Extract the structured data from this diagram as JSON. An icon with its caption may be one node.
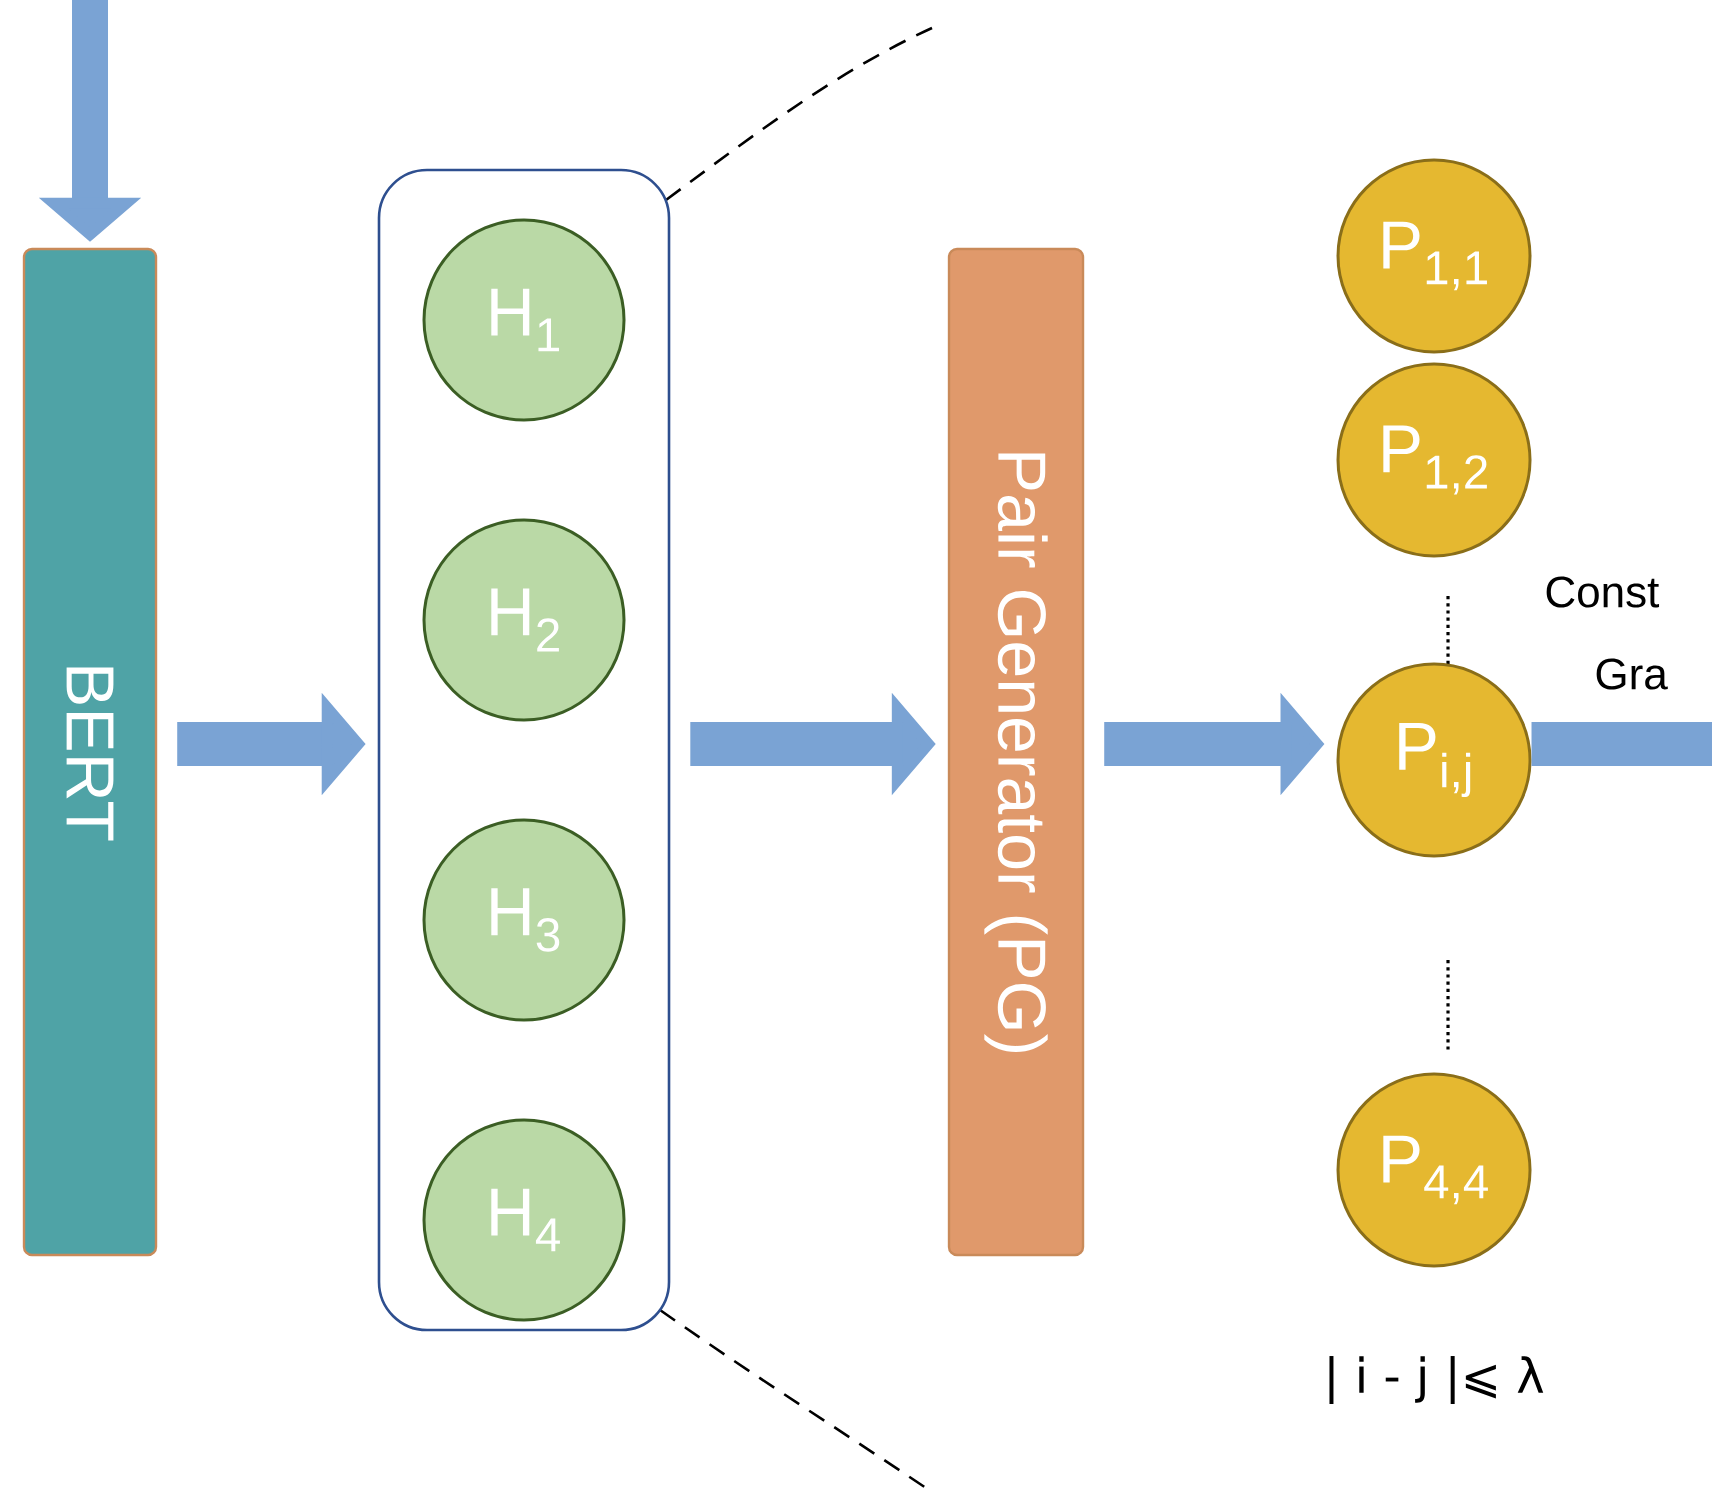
{
  "diagram": {
    "nodes": [
      {
        "text": [
          "BERT"
        ]
      },
      {
        "text": [],
        "shape": "box"
      },
      {
        "text": [
          "H$_{1}$"
        ],
        "in": 1
      },
      {
        "text": [
          "H$_{2}$"
        ],
        "in": 1
      },
      {
        "text": [
          "H$_{3}$"
        ],
        "in": 1
      },
      {
        "text": [
          "H$_{4}$"
        ],
        "in": 1
      },
      {
        "text": [
          "Pair Generator (PG)"
        ]
      },
      {
        "text": [
          "P$_{1,1}$"
        ]
      },
      {
        "text": [
          "P$_{1,2}$"
        ]
      },
      {
        "text": [
          "P$_{i,j}$"
        ]
      },
      {
        "text": [
          "P$_{4,4}$"
        ]
      }
    ],
    "edges": [
      {
        "from": null,
        "to": 0,
        "arrow": "to"
      },
      {
        "from": 0,
        "to": 1,
        "arrow": "to"
      },
      {
        "from": 1,
        "to": 6,
        "arrow": "to"
      },
      {
        "from": 6,
        "to": 9,
        "arrow": "to"
      },
      {
        "from": 9,
        "to": null,
        "arrow": "none"
      }
    ],
    "labels": [
      "Const",
      "Gra",
      "| i - j |⩽ λ"
    ]
  }
}
